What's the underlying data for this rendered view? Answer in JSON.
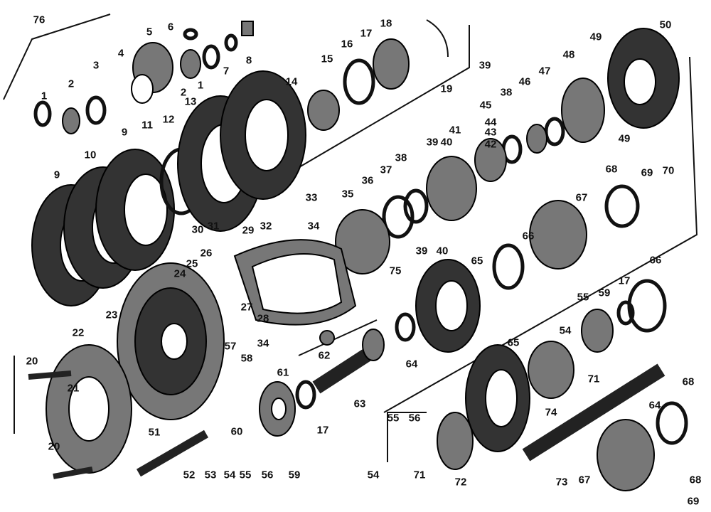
{
  "title": "Exploded parts diagram",
  "part_labels": [
    "76",
    "5",
    "6",
    "2",
    "3",
    "4",
    "2",
    "1",
    "7",
    "8",
    "1",
    "13",
    "12",
    "11",
    "9",
    "10",
    "9",
    "14",
    "15",
    "16",
    "17",
    "18",
    "19",
    "39",
    "49",
    "50",
    "48",
    "47",
    "46",
    "38",
    "45",
    "44",
    "43",
    "42",
    "41",
    "40",
    "39",
    "38",
    "37",
    "36",
    "35",
    "33",
    "34",
    "49",
    "68",
    "69",
    "70",
    "67",
    "66",
    "65",
    "66",
    "75",
    "39",
    "40",
    "30",
    "31",
    "29",
    "32",
    "25",
    "26",
    "24",
    "27",
    "28",
    "23",
    "22",
    "20",
    "21",
    "20",
    "51",
    "52",
    "53",
    "54",
    "55",
    "56",
    "57",
    "58",
    "34",
    "61",
    "62",
    "60",
    "59",
    "17",
    "63",
    "64",
    "65",
    "55",
    "59",
    "17",
    "54",
    "71",
    "74",
    "68",
    "64",
    "55",
    "56",
    "54",
    "71",
    "72",
    "73",
    "67",
    "68",
    "69"
  ]
}
